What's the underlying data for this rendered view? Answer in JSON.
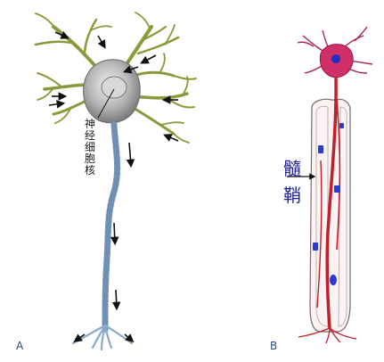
{
  "panel_a": {
    "letter": "A",
    "nucleus_label_chars": [
      "神",
      "经",
      "细",
      "胞",
      "核"
    ]
  },
  "panel_b": {
    "letter": "B",
    "sheath_label_chars": [
      "髓",
      "鞘"
    ]
  },
  "colors": {
    "dendrite": "#8a9a3a",
    "soma": "#9a9a9a",
    "axon": "#9ab8d6",
    "arrow": "#111111",
    "neuron_b": "#c0202a",
    "soma_b": "#d0306a",
    "nucleus_b": "#2030c0",
    "label_b": "#2020a0"
  }
}
